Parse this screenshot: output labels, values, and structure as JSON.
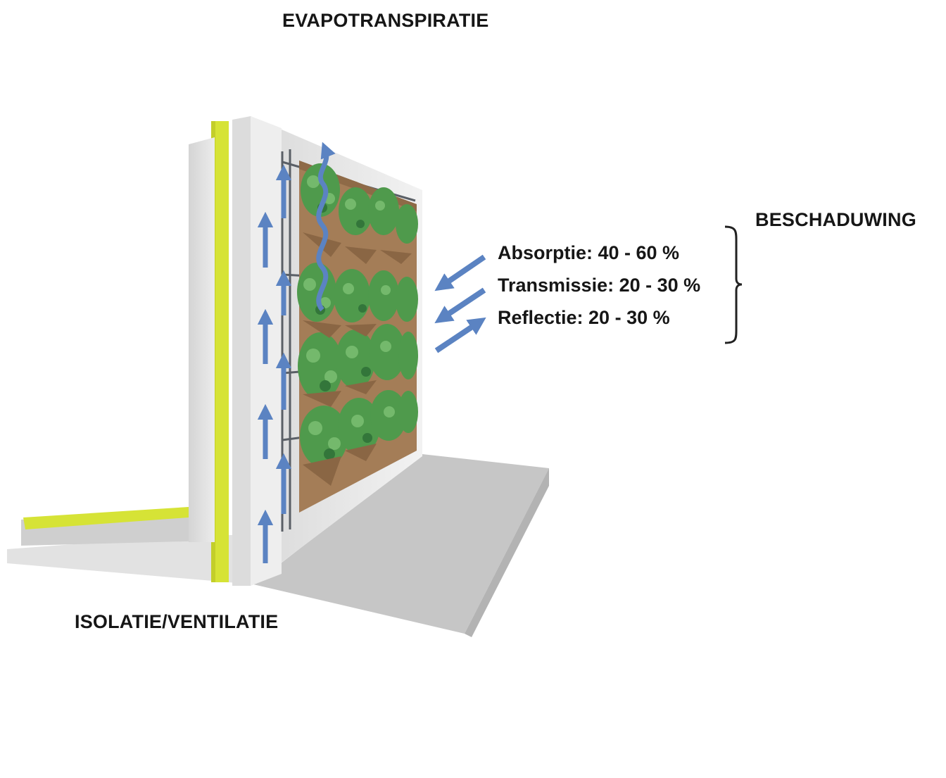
{
  "labels": {
    "evapotranspiration": "EVAPOTRANSPIRATIE",
    "shading": "BESCHADUWING",
    "insulation_ventilation": "ISOLATIE/VENTILATIE"
  },
  "shading_stats": [
    {
      "label": "Absorptie: 40 - 60 %"
    },
    {
      "label": "Transmissie: 20 - 30 %"
    },
    {
      "label": "Reflectie: 20 - 30 %"
    }
  ],
  "colors": {
    "insulation": "#d6e336",
    "wall": "#e6e6e6",
    "floor": "#c4c4c4",
    "substrate": "#a47d57",
    "foliage": "#4f9a4c",
    "arrow": "#5b83c2",
    "text": "#161616"
  }
}
